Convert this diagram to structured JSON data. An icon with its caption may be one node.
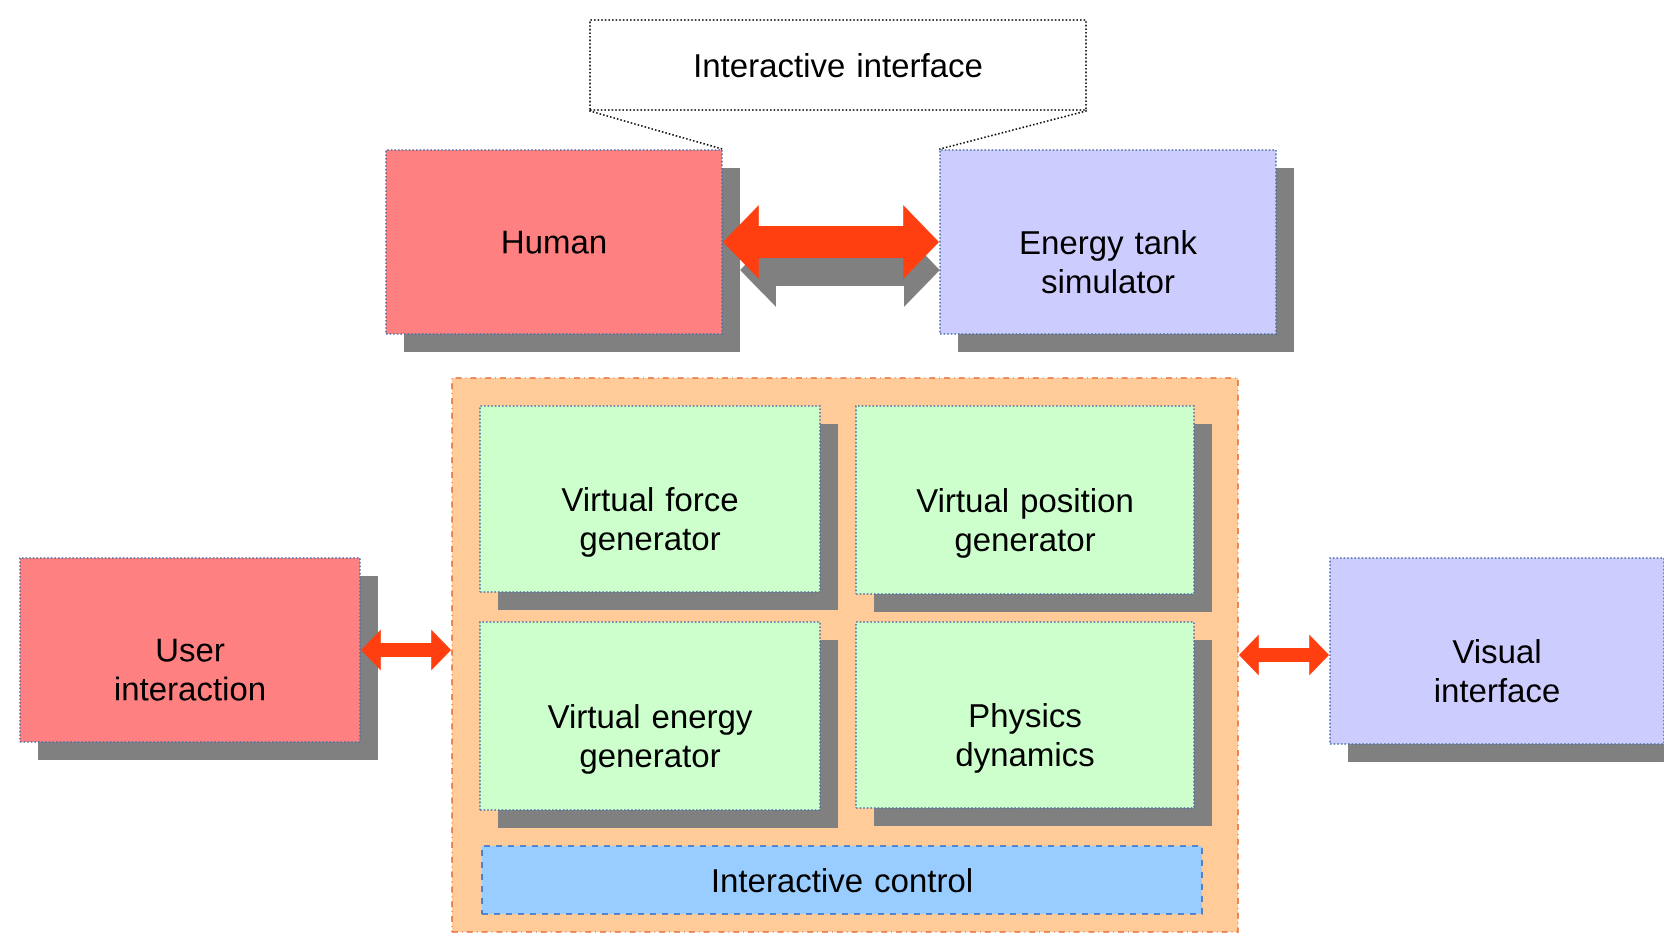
{
  "diagram": {
    "nodes": [
      {
        "text": [
          "Interactive interface"
        ]
      },
      {
        "text": [
          "Human"
        ]
      },
      {
        "text": [
          "Energy tank simulator"
        ]
      },
      {
        "text": [
          "User interaction"
        ]
      },
      {
        "text": [],
        "shape": "box"
      },
      {
        "text": [
          "Virtual force generator"
        ],
        "in": 4
      },
      {
        "text": [
          "Virtual position generator"
        ],
        "in": 4
      },
      {
        "text": [
          "Virtual energy generator"
        ],
        "in": 4
      },
      {
        "text": [
          "Physics dynamics"
        ],
        "in": 4
      },
      {
        "text": [
          "Interactive control"
        ],
        "in": 4
      },
      {
        "text": [
          "Visual interface"
        ]
      }
    ],
    "edges": [
      {
        "from": 0,
        "to": 1,
        "arrow": "none",
        "style": "dashed",
        "color": "#000000"
      },
      {
        "from": 0,
        "to": 2,
        "arrow": "none",
        "style": "dashed",
        "color": "#000000"
      },
      {
        "from": 1,
        "to": 2,
        "arrow": "both",
        "style": "thick"
      },
      {
        "from": 3,
        "to": 4,
        "arrow": "both"
      },
      {
        "from": 4,
        "to": 10,
        "arrow": "both"
      }
    ]
  }
}
